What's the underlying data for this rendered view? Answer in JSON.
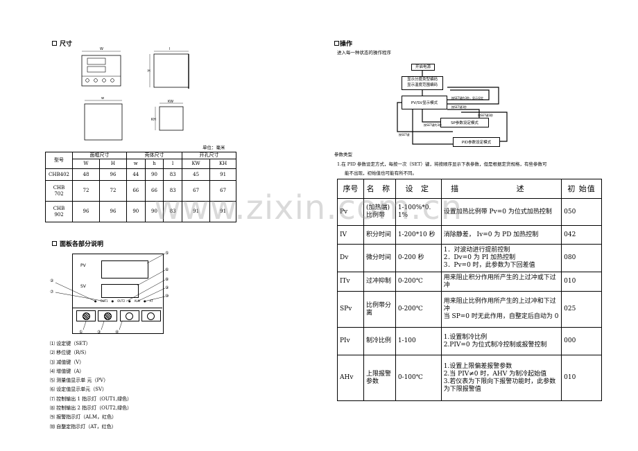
{
  "left": {
    "dim_title": "尺寸",
    "unit": "单位：毫米",
    "dim_table": {
      "group_headers": [
        "型号",
        "面框尺寸",
        "壳体尺寸",
        "开孔尺寸"
      ],
      "sub_headers": [
        "W",
        "H",
        "w",
        "h",
        "l",
        "KW",
        "KH"
      ],
      "rows": [
        [
          "CHB402",
          "48",
          "96",
          "44",
          "90",
          "83",
          "45",
          "91"
        ],
        [
          "CHB\n702",
          "72",
          "72",
          "66",
          "66",
          "83",
          "67",
          "67"
        ],
        [
          "CHB\n902",
          "96",
          "96",
          "90",
          "90",
          "83",
          "91",
          "91"
        ]
      ]
    },
    "drawing_labels": {
      "w_top": "W",
      "h_side": "H",
      "w2": "w",
      "h2": "h",
      "l": "l",
      "kw": "KW",
      "kh": "KH"
    },
    "panel_title": "面板各部分说明",
    "panel": {
      "pv": "PV",
      "sv": "SV",
      "leds": [
        "OUT1",
        "OUT2",
        "ALM",
        "AT"
      ],
      "callouts": [
        "①",
        "②",
        "③",
        "④",
        "⑤",
        "⑥",
        "⑦",
        "⑧",
        "⑨",
        "⑩"
      ]
    },
    "legend": [
      "⑴ 设定键（SET）",
      "⑵ 移位键（R/S）",
      "⑶ 减值键（V）",
      "⑷ 增值键（A）",
      "⑸ 测量值显示单 元（PV）",
      "⑹ 设定值显示单元（SV）",
      "⑺ 控制输出 1 指示灯（OUT1,绿色）",
      "⑻ 控制输出 2 指示灯（OUT2,绿色）",
      "⑼ 报警指示灯（ALM，红色）",
      "⑽ 自整定指示灯（AT，红色）"
    ]
  },
  "right": {
    "op_title": "操作",
    "op_sub": "进入每一种状态的操作程序",
    "flow": {
      "n1": "开启电源",
      "n2a": "显示分度类型编码",
      "n2b": "显示温度范围编码",
      "n3": "PV/SV显示模式",
      "n4": "SP参数设定模式",
      "n5": "PID参数设定模式",
      "e1": "按SET键约3秒，显示设定",
      "e2": "按SET键3秒",
      "e3": "按SET键约3秒",
      "e4": "按SET键",
      "e5": "按SET键3秒"
    },
    "param_title": "参数类型",
    "param_note1": "1.在 PID 参数设定方式，每按一次（SET）键，将按顺序显示下表参数，但是根据定货规格，有些参数可",
    "param_note2": "能不出现，初始值也可能有所不同。",
    "param_headers": [
      "序号",
      "名 称",
      "设 定",
      "描 述",
      "初 始值"
    ],
    "params": [
      {
        "id": "Pv",
        "name": "(加热端)\n比例带",
        "set": "1-100%*0.1%",
        "desc": "设置加热比例带 Pv=0 为位式加热控制",
        "init": "050"
      },
      {
        "id": "IV",
        "name": "积分时间",
        "set": "1-200*10 秒",
        "desc": "消除静差，   Iv=0 为 PD 加热控制",
        "init": "042"
      },
      {
        "id": "Dv",
        "name": "微分时间",
        "set": "0-200 秒",
        "desc": "1．对波动进行提前控制\n2．Dv=0 为 PI 加热控制\n3．Pv=0 时，此参数为下回差值",
        "init": "080"
      },
      {
        "id": "ITv",
        "name": "过冲抑制",
        "set": "0-200℃",
        "desc": "用来阻止积分作用所产生的上过冲或下过冲",
        "init": "010"
      },
      {
        "id": "SPv",
        "name": "比例带分离",
        "set": "0-200℃",
        "desc": "用来阻止比例作用所产生的上过冲和下过冲\n当 SP=0 时无此作用，自整定后自动为 0",
        "init": "025"
      },
      {
        "id": "PIv",
        "name": "制冷比例",
        "set": "1-100",
        "desc": "1.设置制冷比例\n2.PIV=0 为位式制冷控制或报警控制",
        "init": "000"
      },
      {
        "id": "AHv",
        "name": "上限报警\n参数",
        "set": "0-100℃",
        "desc": "1.设置上限偏差报警参数\n2.当 PIV≠0 时，AHV 为制冷起始值\n3.若仪表为下限向下报警功能时，此参数为下限报警值",
        "init": "010"
      }
    ]
  },
  "watermark": "www.zixin.com.cn"
}
